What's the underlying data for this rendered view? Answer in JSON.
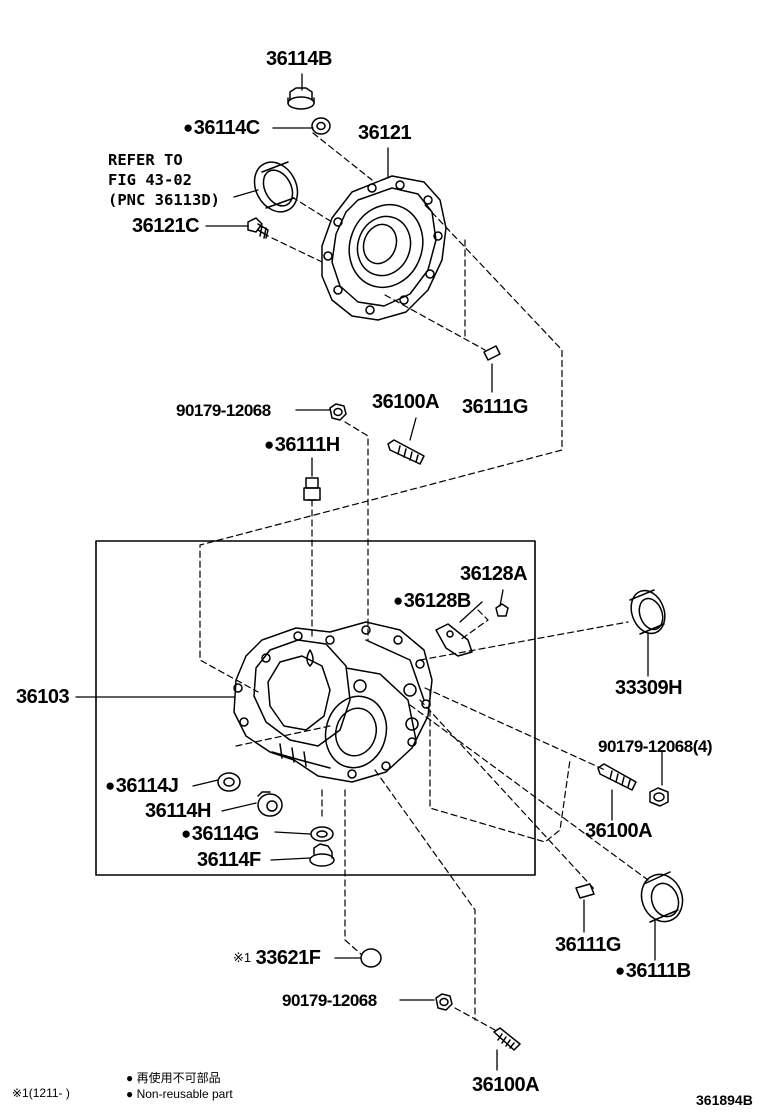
{
  "labels": {
    "p36114B_top": "36114B",
    "p36114C": "36114C",
    "p36121": "36121",
    "p36121C": "36121C",
    "p90179_top": "90179-12068",
    "p36100A_top": "36100A",
    "p36111G_top": "36111G",
    "p36111H": "36111H",
    "p36128A": "36128A",
    "p36128B": "36128B",
    "p36103": "36103",
    "p33309H": "33309H",
    "p90179_right": "90179-12068(4)",
    "p36100A_right": "36100A",
    "p36114J": "36114J",
    "p36114H": "36114H",
    "p36114G": "36114G",
    "p36114F": "36114F",
    "p36111G_bottom": "36111G",
    "p36111B": "36111B",
    "p33621F": "33621F",
    "p33621F_mark": "※1",
    "p90179_bottom": "90179-12068",
    "p36100A_bottom": "36100A"
  },
  "refer": {
    "line1": "REFER TO",
    "line2": "FIG 43-02",
    "line3": "(PNC 36113D)"
  },
  "legend": {
    "note_code": "※1(1211-    )",
    "jp": "再使用不可部品",
    "en": "Non-reusable part"
  },
  "diagram_code": "361894B"
}
